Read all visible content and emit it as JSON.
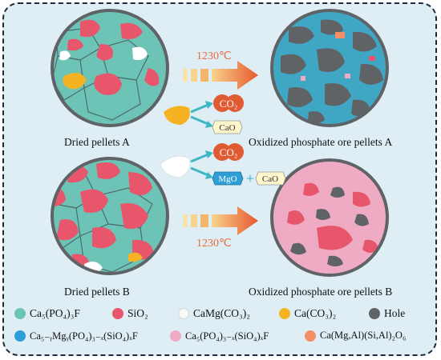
{
  "captions": {
    "dried_a": "Dried pellets A",
    "dried_b": "Dried pellets  B",
    "oxidized_a": "Oxidized phosphate ore pellets A",
    "oxidized_b": "Oxidized phosphate ore pellets B"
  },
  "temperatures": {
    "top": "1230℃",
    "bottom": "1230℃"
  },
  "products": {
    "co2_top": "CO₂",
    "cao_top": "CaO",
    "co2_bottom": "CO₂",
    "mgo": "MgO",
    "plus": "+",
    "cao_bottom": "CaO"
  },
  "legend": [
    {
      "label": "Ca₅(PO₄)₃F",
      "color": "#6dc3b5"
    },
    {
      "label": "SiO₂",
      "color": "#e8566c"
    },
    {
      "label": "CaMg(CO₃)₂",
      "color": "#f8f8f4"
    },
    {
      "label": "Ca(CO₃)₂",
      "color": "#f5b223"
    },
    {
      "label": "Hole",
      "color": "#5f6366"
    },
    {
      "label": "Ca₅₋ᵧMgᵧ(PO₄)₃₋ₓ(SiO₄)ₓF",
      "color": "#2e9fd6"
    },
    {
      "label": "Ca₅(PO₄)₃₋ₓ(SiO₄)ₓF",
      "color": "#efabc3"
    },
    {
      "label": "Ca(Mg,Al)(Si,Al)₂O₆",
      "color": "#f28f66"
    }
  ]
}
